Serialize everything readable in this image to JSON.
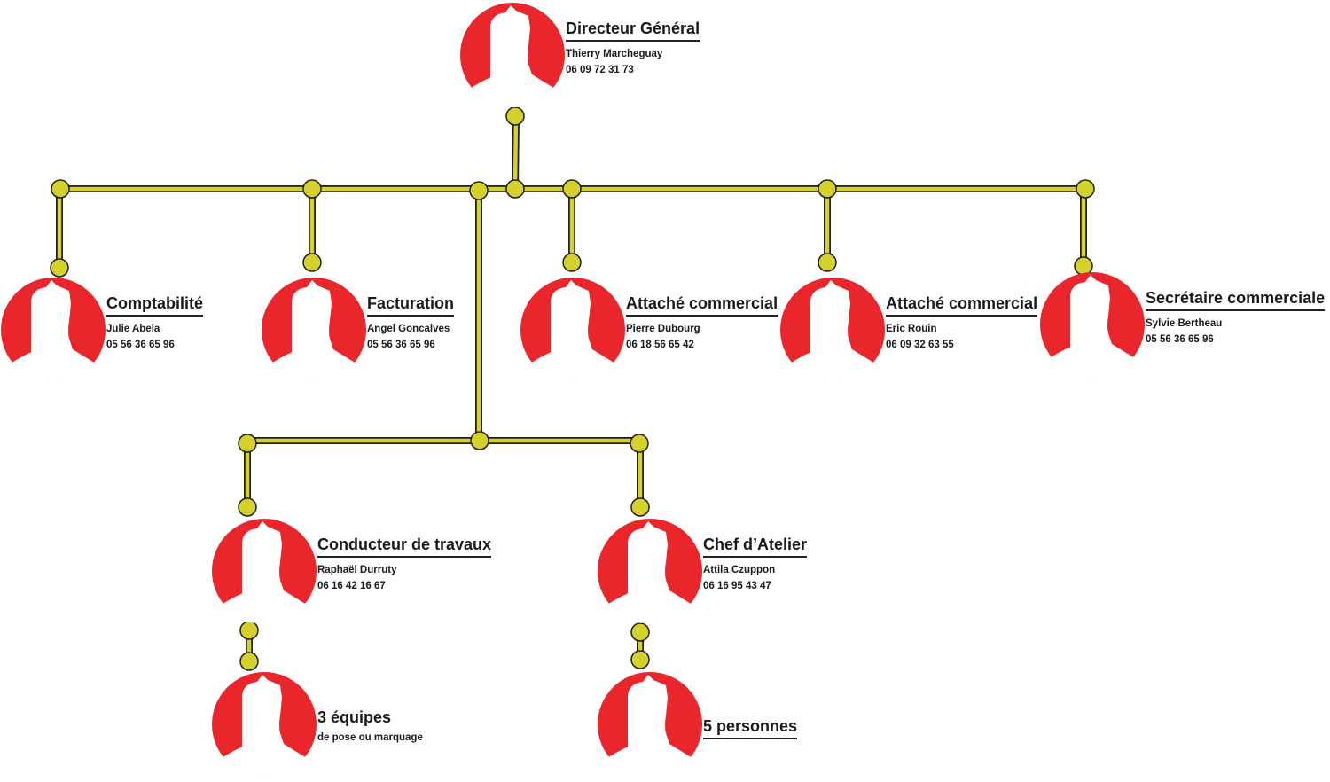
{
  "colors": {
    "avatar": "#e8262b",
    "connector": "#d4d12a",
    "outline": "#1f1f1f"
  },
  "nodes": {
    "dg": {
      "title": "Directeur Général",
      "name": "Thierry Marcheguay",
      "phone": "06 09 72 31 73"
    },
    "compta": {
      "title": "Comptabilité",
      "name": "Julie Abela",
      "phone": "05 56 36 65 96"
    },
    "factu": {
      "title": "Facturation",
      "name": "Angel Goncalves",
      "phone": "05 56 36 65 96"
    },
    "attache1": {
      "title": "Attaché commercial",
      "name": "Pierre Dubourg",
      "phone": "06 18 56 65 42"
    },
    "attache2": {
      "title": "Attaché commercial",
      "name": "Eric Rouin",
      "phone": "06 09 32 63 55"
    },
    "secretaire": {
      "title": "Secrétaire commerciale",
      "name": "Sylvie Bertheau",
      "phone": "05 56 36 65 96"
    },
    "conducteur": {
      "title": "Conducteur de travaux",
      "name": "Raphaël Durruty",
      "phone": "06 16 42 16 67"
    },
    "chef": {
      "title": "Chef d’Atelier",
      "name": "Attila Czuppon",
      "phone": "06 16 95 43 47"
    },
    "equipes": {
      "title": "3 équipes",
      "name": "de pose ou marquage"
    },
    "personnes": {
      "title": "5 personnes"
    }
  }
}
